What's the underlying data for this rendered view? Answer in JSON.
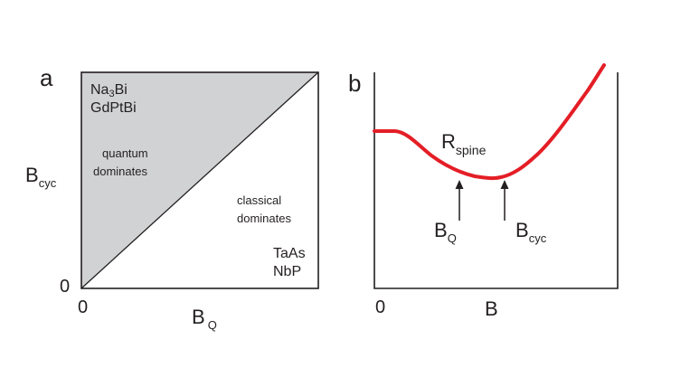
{
  "panel_a": {
    "label": "a",
    "y_axis_label": {
      "main": "B",
      "sub": "cyc"
    },
    "x_axis_label": {
      "main": "B",
      "sub": "Q"
    },
    "origin_y": "0",
    "origin_x": "0",
    "quantum_region": {
      "materials": [
        {
          "parts": [
            "Na",
            "3",
            "Bi"
          ]
        },
        {
          "text": "GdPtBi"
        }
      ],
      "caption": [
        "quantum",
        "dominates"
      ]
    },
    "classical_region": {
      "caption": [
        "classical",
        "dominates"
      ],
      "materials": [
        "TaAs",
        "NbP"
      ]
    },
    "colors": {
      "quantum_fill": "#d1d2d4",
      "frame": "#231f20"
    }
  },
  "panel_b": {
    "label": "b",
    "curve_label": {
      "main": "R",
      "sub": "spine"
    },
    "arrow_q_label": {
      "main": "B",
      "sub": "Q"
    },
    "arrow_cyc_label": {
      "main": "B",
      "sub": "cyc"
    },
    "origin_x": "0",
    "x_axis_label": "B",
    "colors": {
      "curve": "#e41e26",
      "frame": "#231f20"
    }
  }
}
